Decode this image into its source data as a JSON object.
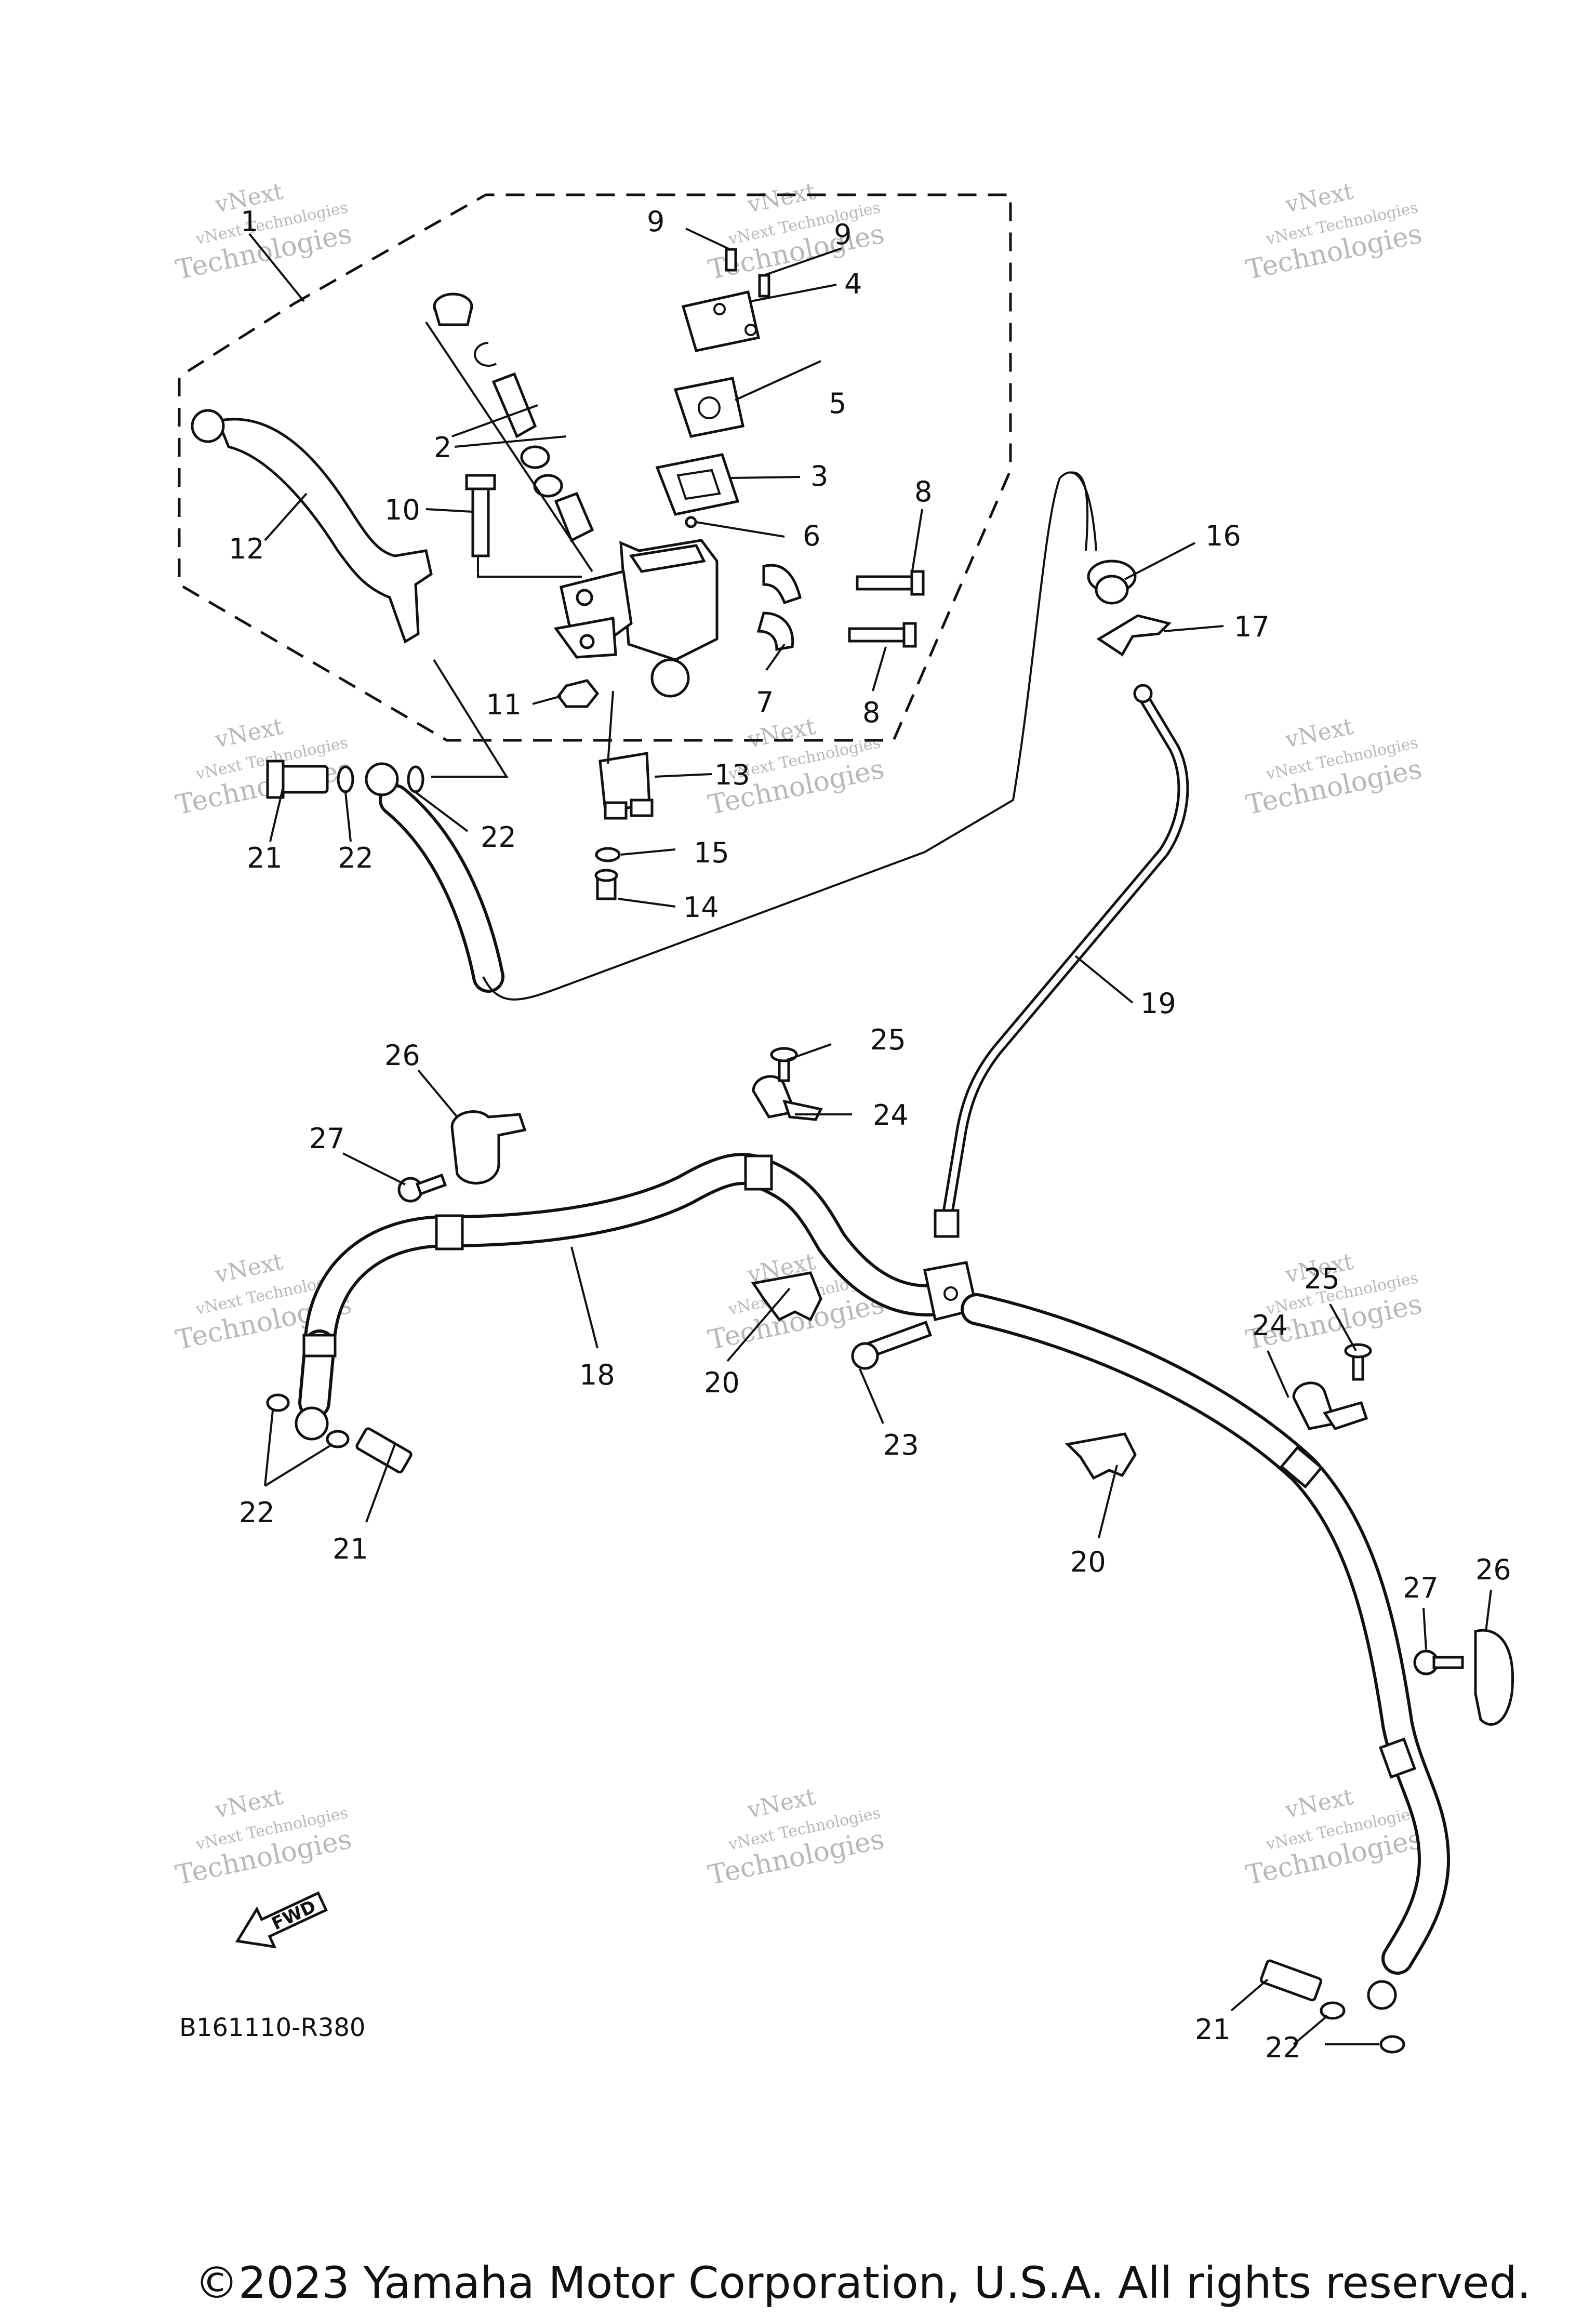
{
  "diagram": {
    "reference_code": "B161110-R380",
    "copyright": "©2023 Yamaha Motor Corporation, U.S.A. All rights reserved.",
    "fwd_label": "FWD",
    "watermark": {
      "line1": "vNext",
      "line2": "vNext Technologies",
      "line3": "Technologies"
    },
    "callouts": [
      {
        "label": "1"
      },
      {
        "label": "2"
      },
      {
        "label": "3"
      },
      {
        "label": "4"
      },
      {
        "label": "5"
      },
      {
        "label": "6"
      },
      {
        "label": "7"
      },
      {
        "label": "8"
      },
      {
        "label": "8"
      },
      {
        "label": "9"
      },
      {
        "label": "9"
      },
      {
        "label": "10"
      },
      {
        "label": "11"
      },
      {
        "label": "12"
      },
      {
        "label": "13"
      },
      {
        "label": "14"
      },
      {
        "label": "15"
      },
      {
        "label": "16"
      },
      {
        "label": "17"
      },
      {
        "label": "18"
      },
      {
        "label": "19"
      },
      {
        "label": "20"
      },
      {
        "label": "20"
      },
      {
        "label": "21"
      },
      {
        "label": "21"
      },
      {
        "label": "21"
      },
      {
        "label": "22"
      },
      {
        "label": "22"
      },
      {
        "label": "22"
      },
      {
        "label": "22"
      },
      {
        "label": "23"
      },
      {
        "label": "24"
      },
      {
        "label": "24"
      },
      {
        "label": "25"
      },
      {
        "label": "25"
      },
      {
        "label": "26"
      },
      {
        "label": "26"
      },
      {
        "label": "27"
      },
      {
        "label": "27"
      }
    ]
  }
}
